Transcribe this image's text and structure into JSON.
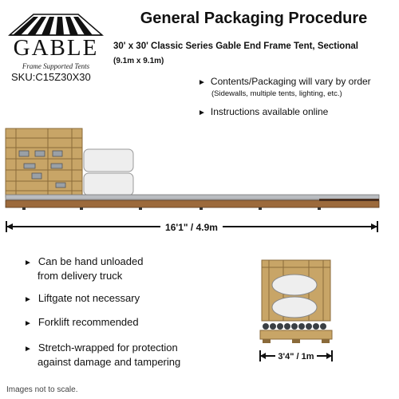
{
  "logo": {
    "brand": "GABLE",
    "tagline": "Frame Supported Tents"
  },
  "sku": "SKU:C15Z30X30",
  "title": "General Packaging Procedure",
  "subtitle": "30' x 30' Classic Series Gable End Frame Tent, Sectional",
  "dimensions": "(9.1m x 9.1m)",
  "notes": [
    {
      "text": "Contents/Packaging will vary by order",
      "subtext": "(Sidewalls, multiple tents, lighting, etc.)"
    },
    {
      "text": "Instructions available online"
    }
  ],
  "long_measure": "16'1\" /  4.9m",
  "short_measure": "3'4\" / 1m",
  "bullets": [
    {
      "line1": "Can be hand unloaded",
      "line2": "from delivery truck"
    },
    {
      "line1": "Liftgate not necessary"
    },
    {
      "line1": "Forklift recommended"
    },
    {
      "line1": "Stretch-wrapped for protection",
      "line2": "against damage and tampering"
    }
  ],
  "footer": "Images not to scale.",
  "colors": {
    "wood": "#c8a567",
    "board": "#9c6a3c",
    "bag": "#eeeeee"
  }
}
